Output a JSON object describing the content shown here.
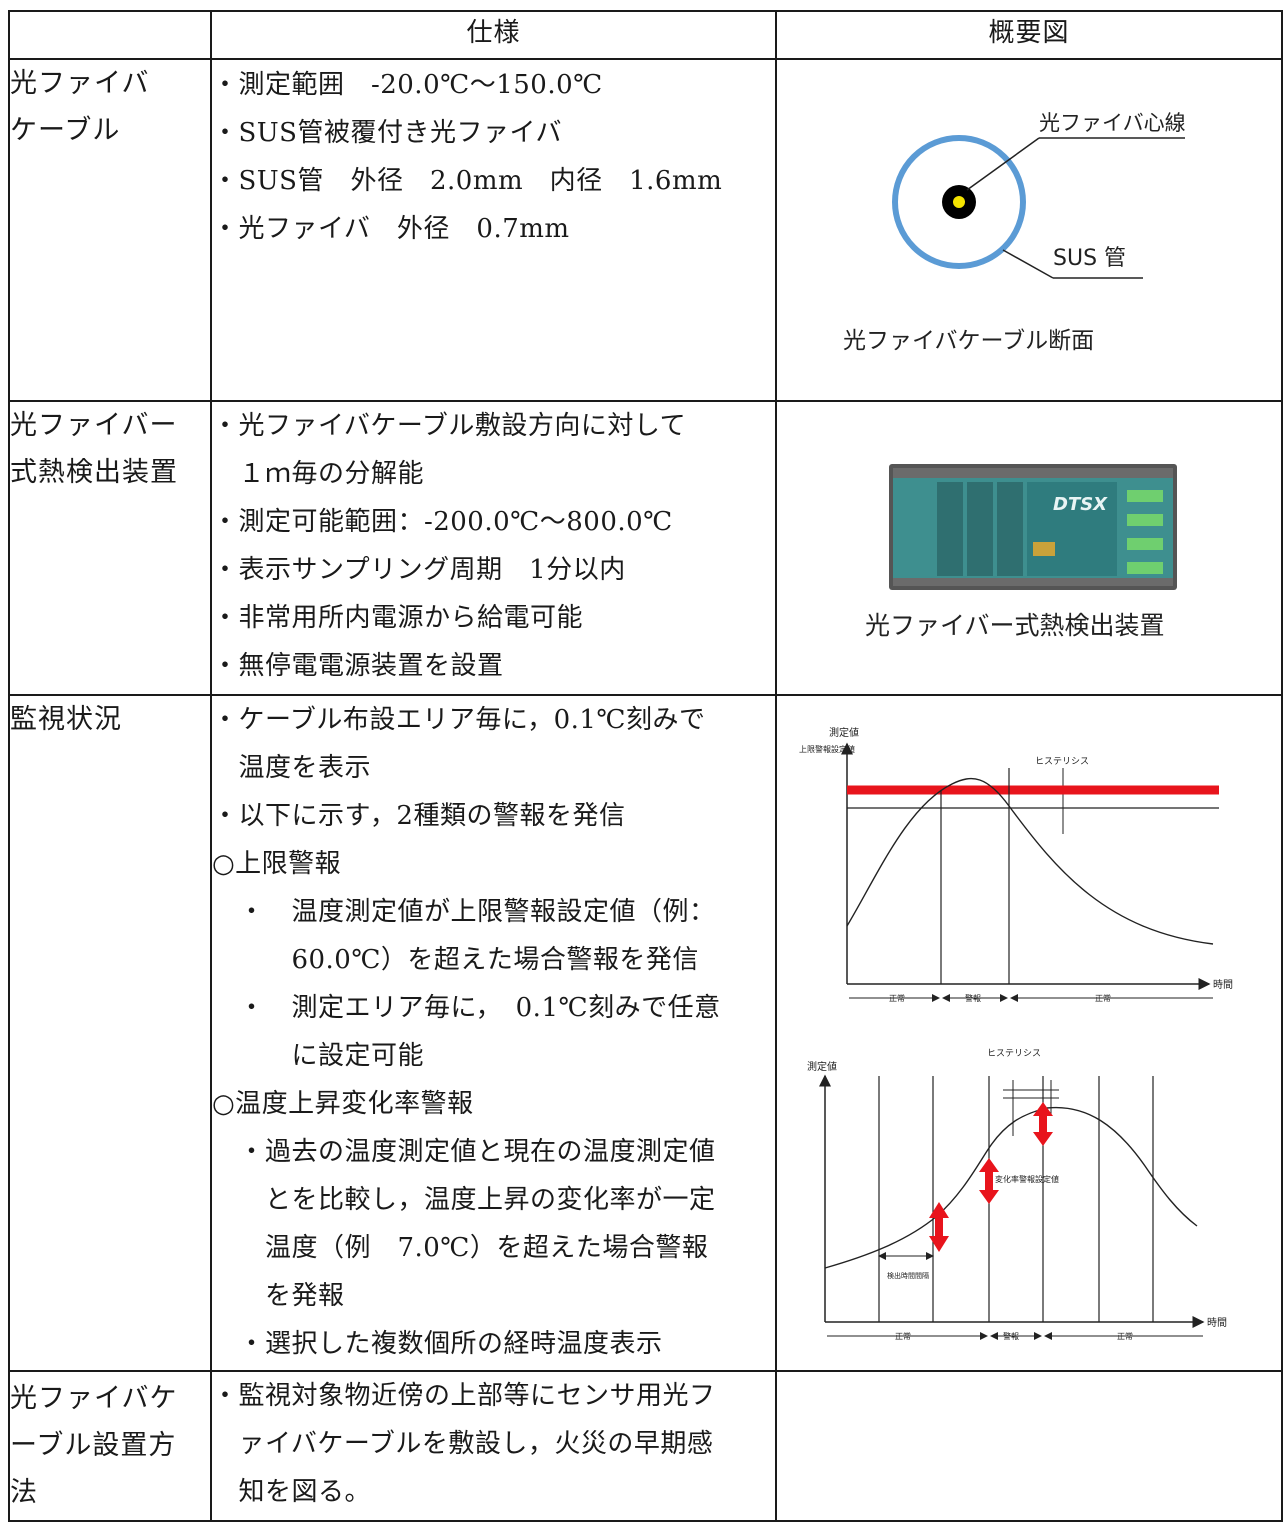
{
  "header": {
    "col_blank": "",
    "col_spec": "仕様",
    "col_fig": "概要図"
  },
  "rows": [
    {
      "label": [
        "光ファイバ",
        "ケーブル"
      ],
      "spec": [
        "・測定範囲　-20.0℃～150.0℃",
        "・SUS管被覆付き光ファイバ",
        "・SUS管　外径　2.0mm　内径　1.6mm",
        "・光ファイバ　外径　0.7mm"
      ],
      "figure": {
        "core_label": "光ファイバ心線",
        "tube_label": "SUS 管",
        "caption": "光ファイバケーブル断面",
        "colors": {
          "tube": "#5b9bd5",
          "core": "#000000",
          "fiber": "#f5e400"
        }
      }
    },
    {
      "label": [
        "光ファイバー",
        "式熱検出装置"
      ],
      "spec": [
        "・光ファイバケーブル敷設方向に対して",
        "　１ｍ毎の分解能",
        "・測定可能範囲：-200.0℃～800.0℃",
        "・表示サンプリング周期　1分以内",
        "・非常用所内電源から給電可能",
        "・無停電電源装置を設置"
      ],
      "figure": {
        "device_brand": "DTSX",
        "caption": "光ファイバー式熱検出装置",
        "colors": {
          "body": "#3e8f8f",
          "panel": "#2f6f70",
          "frame": "#555555"
        }
      }
    },
    {
      "label": [
        "監視状況"
      ],
      "spec": [
        "・ケーブル布設エリア毎に，0.1℃刻みで",
        "　温度を表示",
        "・以下に示す，2種類の警報を発信",
        "○上限警報",
        "　・　温度測定値が上限警報設定値（例：",
        "　　　60.0℃）を超えた場合警報を発信",
        "　・　測定エリア毎に，　0.1℃刻みで任意",
        "　　　に設定可能",
        "○温度上昇変化率警報",
        "　・過去の温度測定値と現在の温度測定値",
        "　　とを比較し，温度上昇の変化率が一定",
        "　　温度（例　7.0℃）を超えた場合警報",
        "　　を発報",
        "　・選択した複数個所の経時温度表示"
      ],
      "figure": {
        "chart1": {
          "y_label": "測定値",
          "threshold_label": "上限警報設定値",
          "hysteresis_label": "ヒステリシス",
          "x_label": "時間",
          "phases": [
            "正常",
            "警報",
            "正常"
          ]
        },
        "chart2": {
          "y_label": "測定値",
          "hysteresis_label": "ヒステリシス",
          "rate_label": "変化率警報設定値",
          "interval_label": "検出時間間隔",
          "x_label": "時間",
          "phases": [
            "正常",
            "警報",
            "正常"
          ]
        },
        "colors": {
          "alarm": "#e8141c",
          "line": "#222222"
        }
      }
    },
    {
      "label": [
        "光ファイバケ",
        "ーブル設置方",
        "法"
      ],
      "spec": [
        "・監視対象物近傍の上部等にセンサ用光フ",
        "　ァイバケーブルを敷設し，火災の早期感",
        "　知を図る。"
      ]
    }
  ]
}
